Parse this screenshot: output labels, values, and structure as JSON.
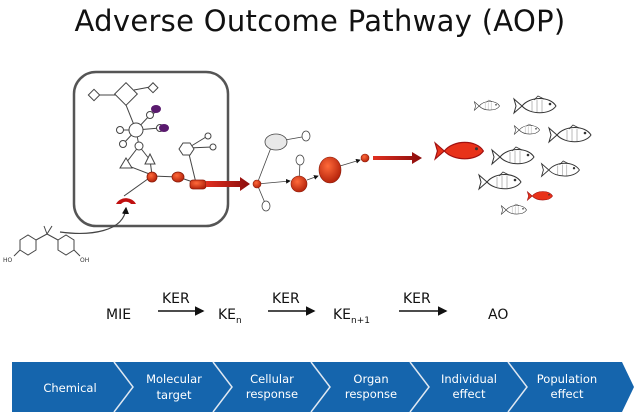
{
  "title": "Adverse Outcome Pathway (AOP)",
  "chemical_labels": {
    "left_oh": "HO",
    "right_oh": "OH"
  },
  "equation": {
    "mie": "MIE",
    "ker": [
      "KER",
      "KER",
      "KER"
    ],
    "ke_n": {
      "base": "KE",
      "sub": "n"
    },
    "ke_n1": {
      "base": "KE",
      "sub": "n+1"
    },
    "ao": "AO"
  },
  "stages": [
    {
      "line1": "Chemical",
      "line2": ""
    },
    {
      "line1": "Molecular",
      "line2": "target"
    },
    {
      "line1": "Cellular",
      "line2": "response"
    },
    {
      "line1": "Organ",
      "line2": "response"
    },
    {
      "line1": "Individual",
      "line2": "effect"
    },
    {
      "line1": "Population",
      "line2": "effect"
    }
  ],
  "colors": {
    "band": "#1565ad",
    "red": "#d8321a",
    "darkred": "#a01010",
    "purple": "#5a1a6e"
  }
}
